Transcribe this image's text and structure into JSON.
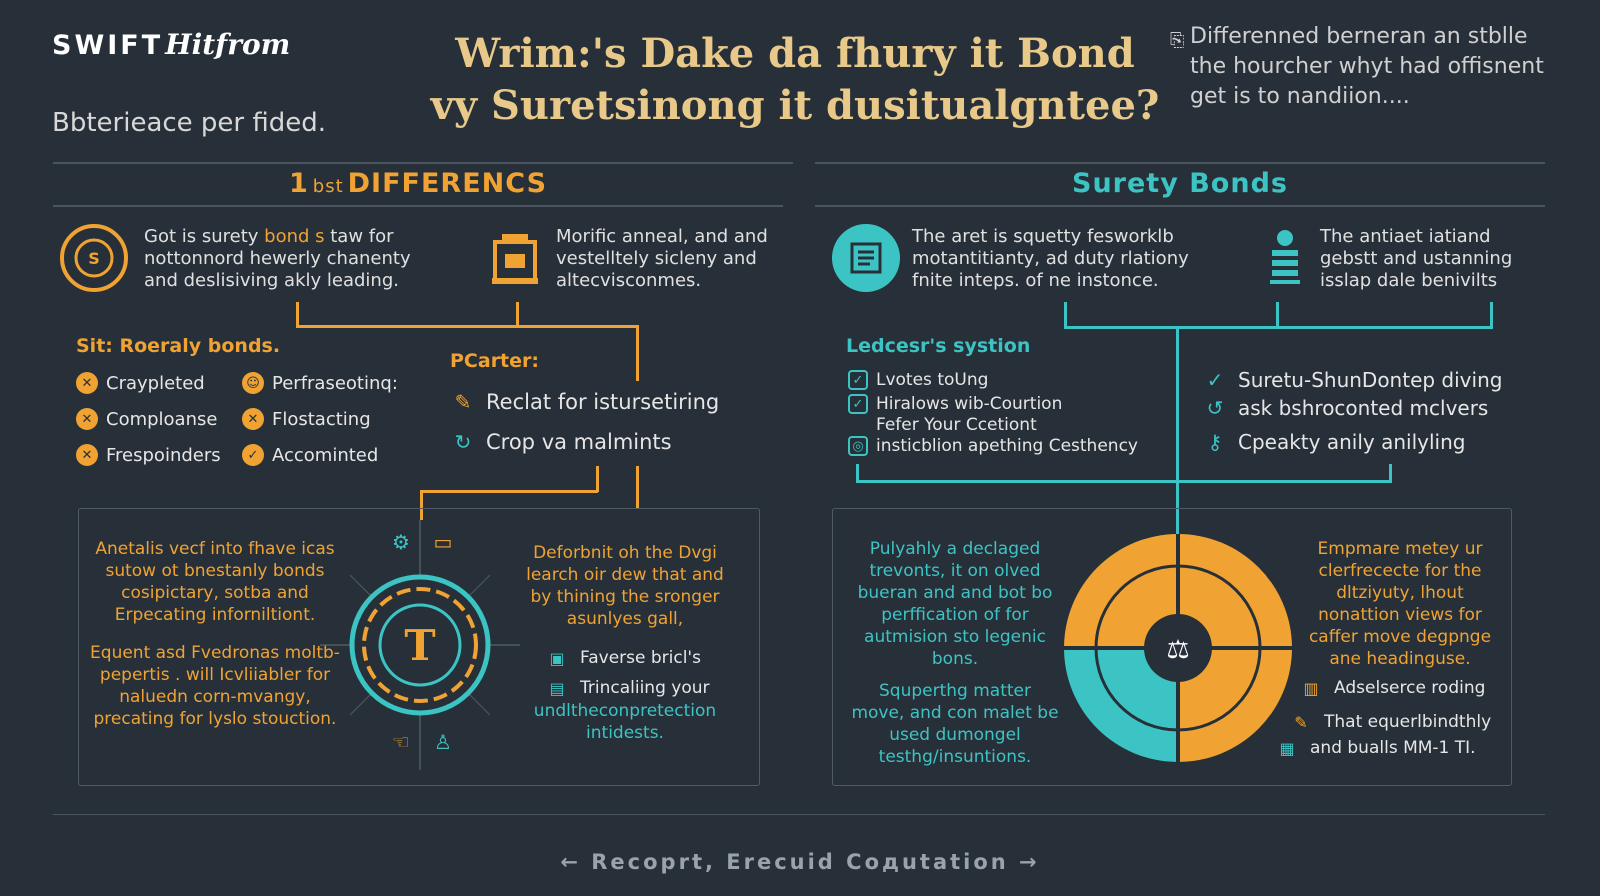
{
  "header": {
    "brand_word": "SWIFT",
    "brand_script": "Hitfrom",
    "subtitle": "Bbteriеаcе per fided.",
    "title_line1": "Wrim:'s Dake da fhury it Bond",
    "title_line2": "vy Suretsinong it dusitualgntee?",
    "intro": "Differenned berneran an stblle the hourcher whyt had offisnent get is to nandiion...."
  },
  "left_section": {
    "heading_prefix": "1",
    "heading_small": "bst",
    "heading_main": "DIFFERENCS",
    "card1_text_a": "Got is surety ",
    "card1_highlight": "bond s",
    "card1_text_b": " taw for nottonnord hewerly chanenty and deslisiving akly leading.",
    "card2_text": "Morific anneal, and and vestelltely sicleny and altecvisconmes.",
    "list_head": "Sit: Roeraly bonds.",
    "bullets": [
      "Craypleted",
      "Complоanse",
      "Frespoinders",
      "Perfrasеоtinq:",
      "Flostacting",
      "Accominted"
    ],
    "partner_head": "PCarter:",
    "partner_items": [
      "Reclat for istursetiring",
      "Crop va malmints"
    ],
    "panel_left": "Anetalis vecf into fhave icas sutow ot bnestanly bonds cosipictary, sotba and Erpecating inforniltiont.",
    "panel_left2": "Equent asd Fvedronas moltb-pepertis . will Icvliiabler for naluedn corn-mvangy, precating for lyslo stouction.",
    "panel_right": "Deforbnit oh the Dvgi learch oir dew that and by thining the sronger asunlyes gall,",
    "panel_items": [
      "Faverse bricl's",
      "Trincaliing your"
    ],
    "panel_tail": "undltheconpretection intidests."
  },
  "right_section": {
    "heading": "Surety Bonds",
    "card1_text": "The aret is squetty fesworklb motantitianty, ad duty rlationy fnite inteps. of ne instonce.",
    "card2_text": "The antiaet iatiand gebstt and ustanning isslap dale benivilts",
    "list_head": "Ledcesr's systion",
    "checks": [
      "Lvotes toUng",
      "Hiralows wib-Courtion",
      "Fefer Your Ccetiont",
      "insticblion apething Cesthency"
    ],
    "right_items": [
      "Suretu-ShunDontep diving",
      "ask bshroconted mclvers",
      "Cpeakty anily anilyling"
    ],
    "panel_left": "Pulyahly a declaged trevonts, it on olved bueran and and bot bo perffication of for autmision sto legenic bons.",
    "panel_left2": "Squperthg matter move, and con malet be used dumongel testhg/insuntions.",
    "panel_right": "Empmare metey ur clerfrececte for the dltziyuty, lhout nonattion views for caffer move degpnge ane headinguse.",
    "panel_items": [
      "Adselserce roding",
      "That equerlbindthly"
    ],
    "panel_tail": "and bualls MM-1 TI."
  },
  "footer": {
    "text": "Recoprt, Erecuid Coдutation"
  },
  "colors": {
    "background": "#273039",
    "orange": "#f0a332",
    "teal": "#3cc4c4",
    "title": "#e8c98a"
  }
}
